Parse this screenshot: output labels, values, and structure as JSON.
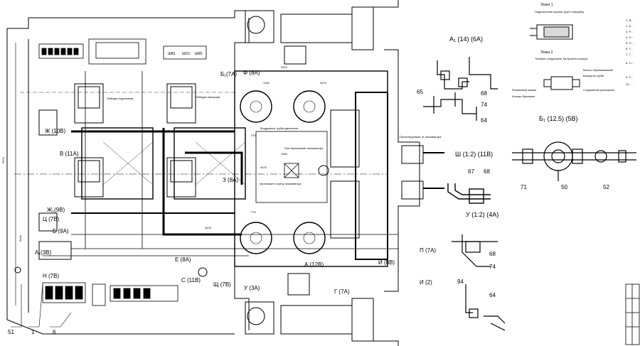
{
  "plan_labels": [
    {
      "id": "zh-10v",
      "text": "Ж (10В)"
    },
    {
      "id": "v-11a",
      "text": "В (11А)"
    },
    {
      "id": "zh1-9v",
      "text": "Ж₁(9В)"
    },
    {
      "id": "ts-7v",
      "text": "Ц (7В)"
    },
    {
      "id": "b-9a",
      "text": "Б (9А)"
    },
    {
      "id": "a1-3v",
      "text": "А₁(3В)"
    },
    {
      "id": "n-7v",
      "text": "Н (7В)"
    },
    {
      "id": "z-8a",
      "text": "З (8А)"
    },
    {
      "id": "b1-7a",
      "text": "Б₁(7А)"
    },
    {
      "id": "f-8a",
      "text": "Ф (8А)"
    },
    {
      "id": "e-8a",
      "text": "Е (8А)"
    },
    {
      "id": "s-11v",
      "text": "С (11В)"
    },
    {
      "id": "shch-7v",
      "text": "Щ (7В)"
    },
    {
      "id": "u-3a",
      "text": "У (3А)"
    },
    {
      "id": "a-12v",
      "text": "А (12В)"
    },
    {
      "id": "g-7a",
      "text": "Г (7А)"
    },
    {
      "id": "i-8v",
      "text": "И (8В)"
    },
    {
      "id": "p-7a",
      "text": "П (7А)"
    },
    {
      "id": "i-2",
      "text": "И (2)"
    }
  ],
  "equipment_labels": [
    "ШВ1",
    "ШО1",
    "ШИ1"
  ],
  "bottom_numbers": [
    "51",
    "1",
    "6"
  ],
  "detail_views": [
    {
      "id": "a1",
      "title": "А₁ (14) (6А)",
      "callouts": [
        "65",
        "68",
        "74",
        "64"
      ]
    },
    {
      "id": "b1",
      "title": "Б₁ (12,5) (5В)",
      "callouts": [
        "71",
        "50",
        "52"
      ]
    },
    {
      "id": "sh",
      "title": "Ш (1:2) (11В)",
      "callouts": [
        "67",
        "68"
      ]
    },
    {
      "id": "u",
      "title": "У (1:2) (4А)",
      "callouts": [
        "68",
        "74",
        "94",
        "64"
      ]
    }
  ],
  "zone_notes": [
    {
      "id": "zone1",
      "title": "Эскиз 1",
      "sub": "Подключение кранов труб к патрубку"
    },
    {
      "id": "zone2",
      "title": "Эскиз 2",
      "sub": "Типовое соединение на бронев кольцах"
    }
  ],
  "zone2_callouts": [
    "Масло образовывание",
    "Вывод на трубе",
    "Разъемный зажим",
    "Соединение разъемное",
    "Кольцо броневое"
  ],
  "center_notes": [
    "Воздушные трубы двигателя",
    "Люк бронирован экскаватора",
    "Проектируемые от экскаватора",
    "Лебедка подъемная",
    "Лебедка напорная",
    "пересекает стрелу экскаватора"
  ],
  "dimensions": [
    "1340",
    "2510",
    "3470",
    "9370",
    "4470",
    "1360",
    "3425",
    "776",
    "270",
    "8440"
  ],
  "right_margin_notes": [
    "1. В...",
    "2. Б...",
    "3. Р...",
    "4. П...",
    "5. О...",
    "6. Т...",
    "7. Г...",
    "8. О...",
    "9. С...",
    "10. ..."
  ],
  "colors": {
    "ink": "#000000",
    "paper": "#ffffff"
  }
}
